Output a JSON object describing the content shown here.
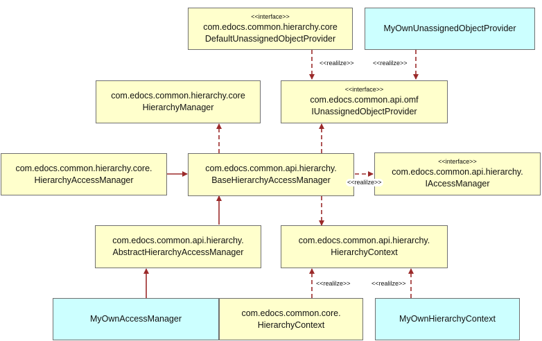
{
  "boxes": {
    "default_unassigned_provider": {
      "stereotype": "<<interface>>",
      "line1": "com.edocs.common.hierarchy.core",
      "line2": "DefaultUnassignedObjectProvider"
    },
    "my_own_unassigned_provider": {
      "line1": "MyOwnUnassignedObjectProvider"
    },
    "hierarchy_manager": {
      "line1": "com.edocs.common.hierarchy.core",
      "line2": "HierarchyManager"
    },
    "iunassigned_provider": {
      "stereotype": "<<interface>>",
      "line1": "com.edocs.common.api.omf",
      "line2": "IUnassignedObjectProvider"
    },
    "hierarchy_access_manager": {
      "line1": "com.edocs.common.hierarchy.core.",
      "line2": "HierarchyAccessManager"
    },
    "base_hierarchy_access_manager": {
      "line1": "com.edocs.common.api.hierarchy.",
      "line2": "BaseHierarchyAccessManager"
    },
    "iaccess_manager": {
      "stereotype": "<<interface>>",
      "line1": "com.edocs.common.api.hierarchy.",
      "line2": "IAccessManager"
    },
    "abstract_hierarchy_access_manager": {
      "line1": "com.edocs.common.api.hierarchy.",
      "line2": "AbstractHierarchyAccessManager"
    },
    "hierarchy_context_api": {
      "line1": "com.edocs.common.api.hierarchy.",
      "line2": "HierarchyContext"
    },
    "my_own_access_manager": {
      "line1": "MyOwnAccessManager"
    },
    "hierarchy_context_core": {
      "line1": "com.edocs.common.core.",
      "line2": "HierarchyContext"
    },
    "my_own_hierarchy_context": {
      "line1": "MyOwnHierarchyContext"
    }
  },
  "labels": {
    "realize_1": "<<realilze>>",
    "realize_2": "<<realilze>>",
    "realize_3": "<<realilze>>",
    "realize_4": "<<realilze>>",
    "realize_5": "<<realilze>>"
  },
  "colors": {
    "class_fill": "#ffffcc",
    "custom_fill": "#ccffff",
    "arrow": "#9b2a2a",
    "border": "#6f6f6f"
  }
}
